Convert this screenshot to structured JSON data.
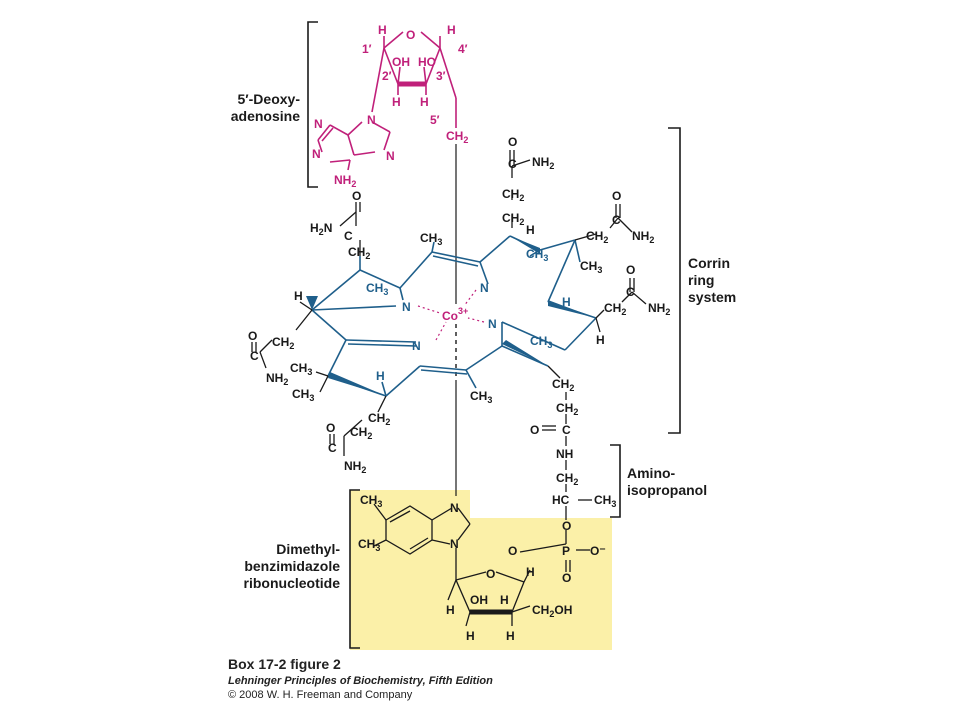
{
  "colors": {
    "magenta": "#c0207a",
    "teal": "#1f5f8b",
    "black": "#1a1a1a",
    "highlight": "#fbf0a8"
  },
  "labels": {
    "deoxyadenosine_line1": "5′-Deoxy-",
    "deoxyadenosine_line2": "adenosine",
    "corrin_line1": "Corrin",
    "corrin_line2": "ring",
    "corrin_line3": "system",
    "aminoisopropanol_line1": "Amino-",
    "aminoisopropanol_line2": "isopropanol",
    "dmb_line1": "Dimethyl-",
    "dmb_line2": "benzimidazole",
    "dmb_line3": "ribonucleotide"
  },
  "caption": {
    "title": "Box 17-2 figure 2",
    "book": "Lehninger Principles of Biochemistry, Fifth Edition",
    "copyright": "© 2008 W. H. Freeman and Company"
  },
  "atoms": {
    "h": "H",
    "oh": "OH",
    "ho": "HO",
    "o": "O",
    "n": "N",
    "nh": "NH",
    "nh2": "NH",
    "h2n": "H",
    "ch": "CH",
    "ch2": "CH",
    "ch3": "CH",
    "co": "Co",
    "co_charge": "3+",
    "p": "P",
    "o_minus": "O⁻",
    "hc": "HC",
    "ch2oh": "CH",
    "sub2": "2",
    "sub3": "3",
    "prime1": "1′",
    "prime2": "2′",
    "prime3": "3′",
    "prime4": "4′",
    "prime5": "5′"
  }
}
